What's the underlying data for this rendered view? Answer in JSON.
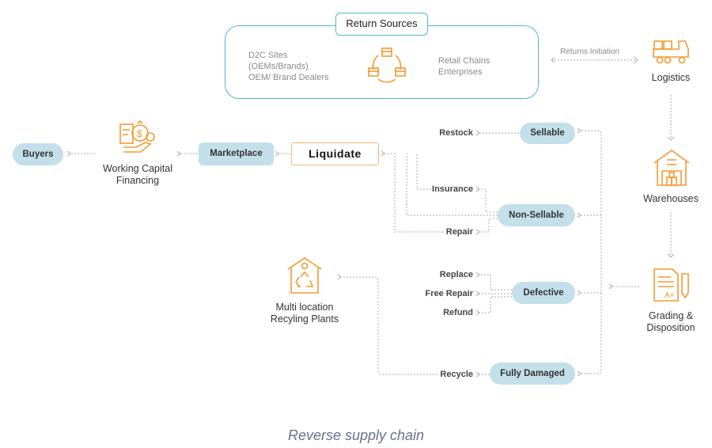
{
  "return_sources": {
    "title": "Return Sources",
    "left_lines": [
      "D2C Sites",
      "(OEMs/Brands)",
      "OEM/ Brand Dealers"
    ],
    "right_lines": [
      "Retail Chains",
      "Enterprises"
    ]
  },
  "returns_initiation": "Returns Initiation",
  "stages": {
    "logistics": "Logistics",
    "warehouses": "Warehouses",
    "grading": [
      "Grading &",
      "Disposition"
    ]
  },
  "categories": {
    "sellable": "Sellable",
    "non_sellable": "Non-Sellable",
    "defective": "Defective",
    "fully_damaged": "Fully Damaged"
  },
  "actions": {
    "restock": "Restock",
    "insurance": "Insurance",
    "repair": "Repair",
    "replace": "Replace",
    "free_repair": "Free Repair",
    "refund": "Refund",
    "recycle": "Recycle"
  },
  "liquidate": "Liquidate",
  "marketplace": "Marketplace",
  "working_capital": [
    "Working Capital",
    "Financing"
  ],
  "buyers": "Buyers",
  "recycling": [
    "Multi location",
    "Recyling Plants"
  ],
  "caption": "Reverse supply chain",
  "colors": {
    "accent_orange": "#f39a2e",
    "pill_blue": "#c3dfe9",
    "border_blue": "#4fb6dc"
  }
}
